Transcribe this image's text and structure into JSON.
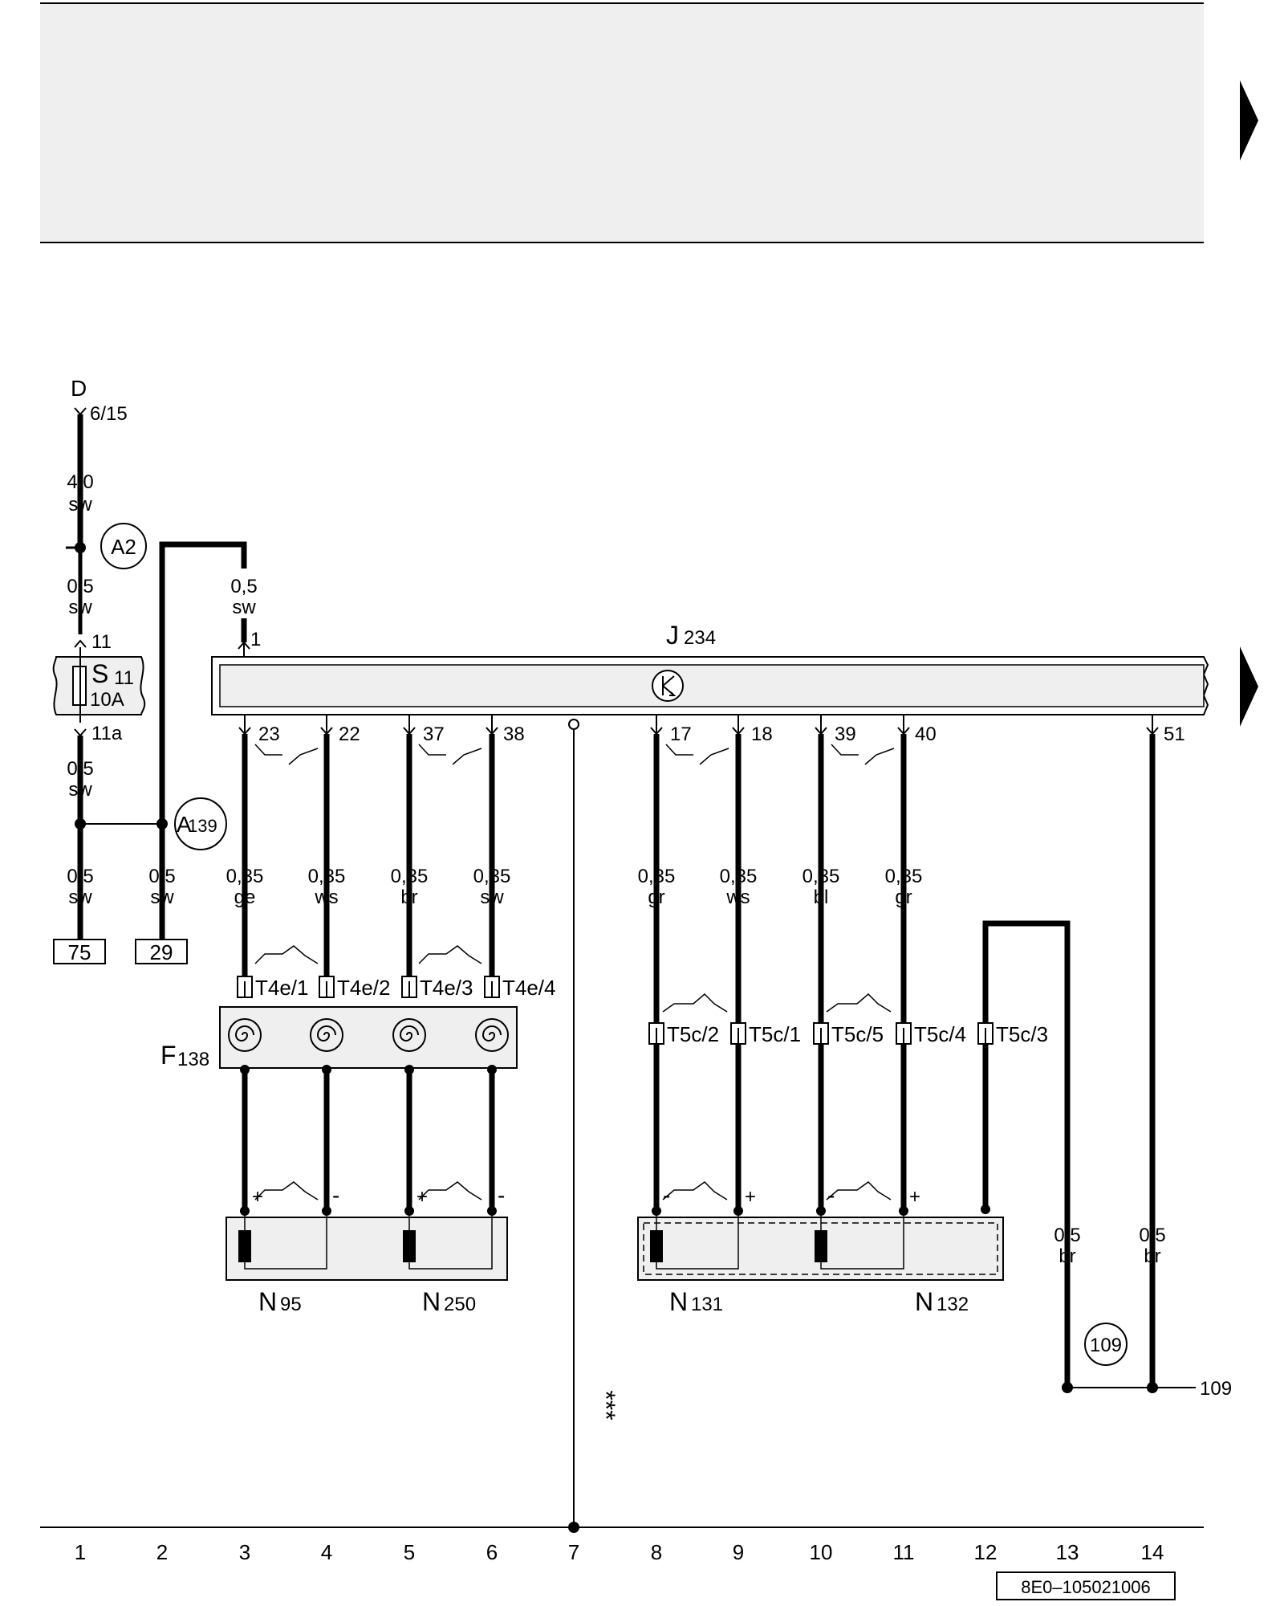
{
  "header_panel": {
    "color": "#efefef"
  },
  "supply": {
    "terminal": "D",
    "pin": "6/15",
    "main_wire": {
      "size": "4,0",
      "color": "sw"
    },
    "connector": "A2",
    "wire_a": {
      "size": "0,5",
      "color": "sw"
    },
    "fuse": {
      "pin_in": "11",
      "name": "S",
      "num": "11",
      "rating": "10A",
      "pin_out": "11a"
    },
    "wire_b": {
      "size": "0,5",
      "color": "sw"
    },
    "junction": "A139",
    "wire_75": {
      "size": "0,5",
      "color": "sw"
    },
    "wire_29": {
      "size": "0,5",
      "color": "sw"
    },
    "terminal_75": "75",
    "terminal_29": "29",
    "wire_j1": {
      "size": "0,5",
      "color": "sw"
    }
  },
  "control_unit": {
    "name": "J",
    "num": "234",
    "pin1": "1"
  },
  "pins": [
    "23",
    "22",
    "37",
    "38",
    "17",
    "18",
    "39",
    "40",
    "51"
  ],
  "wires_lower": [
    {
      "size": "0,35",
      "color": "ge"
    },
    {
      "size": "0,35",
      "color": "ws"
    },
    {
      "size": "0,35",
      "color": "br"
    },
    {
      "size": "0,35",
      "color": "sw"
    },
    {
      "size": "0,35",
      "color": "gr"
    },
    {
      "size": "0,35",
      "color": "ws"
    },
    {
      "size": "0,35",
      "color": "bl"
    },
    {
      "size": "0,35",
      "color": "gr"
    }
  ],
  "connectors_t4e": [
    "T4e/1",
    "T4e/2",
    "T4e/3",
    "T4e/4"
  ],
  "connectors_t5c": [
    "T5c/2",
    "T5c/1",
    "T5c/5",
    "T5c/4",
    "T5c/3"
  ],
  "clock_spring": {
    "name": "F",
    "num": "138"
  },
  "polarity": {
    "plus": "+",
    "minus": "-"
  },
  "igniters": [
    {
      "name": "N",
      "num": "95"
    },
    {
      "name": "N",
      "num": "250"
    },
    {
      "name": "N",
      "num": "131"
    },
    {
      "name": "N",
      "num": "132"
    }
  ],
  "ground": {
    "wire_13": {
      "size": "0,5",
      "color": "br"
    },
    "wire_14": {
      "size": "0,5",
      "color": "br"
    },
    "point": "109",
    "ref": "109"
  },
  "stars": "***",
  "columns": [
    "1",
    "2",
    "3",
    "4",
    "5",
    "6",
    "7",
    "8",
    "9",
    "10",
    "11",
    "12",
    "13",
    "14"
  ],
  "doc_id": "8E0–105021006"
}
